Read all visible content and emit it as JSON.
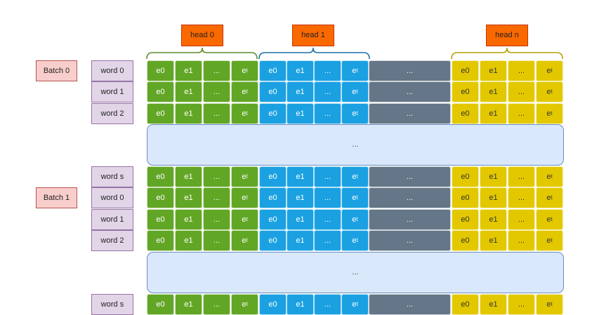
{
  "heads": [
    {
      "label": "head 0",
      "color": "#fa6800",
      "brace_color": "#5b8c2a"
    },
    {
      "label": "head 1",
      "color": "#fa6800",
      "brace_color": "#1b6fa8"
    },
    {
      "label": "head n",
      "color": "#fa6800",
      "brace_color": "#b3a000"
    }
  ],
  "batches": [
    "Batch 0",
    "Batch 1"
  ],
  "rows": [
    {
      "word": "word 0",
      "batch_label": "Batch 0"
    },
    {
      "word": "word 1"
    },
    {
      "word": "word 2"
    },
    {
      "gap": true
    },
    {
      "word": "word s"
    },
    {
      "word": "word 0",
      "batch_label": "Batch 1"
    },
    {
      "word": "word 1"
    },
    {
      "word": "word 2"
    },
    {
      "gap": true
    },
    {
      "word": "word s"
    }
  ],
  "head_cells": [
    "e0",
    "e1",
    "...",
    "e_t"
  ],
  "between_heads_label": "...",
  "gap_label": "...",
  "colors": {
    "head0": "#62a625",
    "head1": "#1ba1e2",
    "middle": "#647687",
    "headn": "#e3c800",
    "word_fill": "#e1d5e7",
    "batch_fill": "#f8cecc",
    "gap_fill": "#dae8fc"
  }
}
